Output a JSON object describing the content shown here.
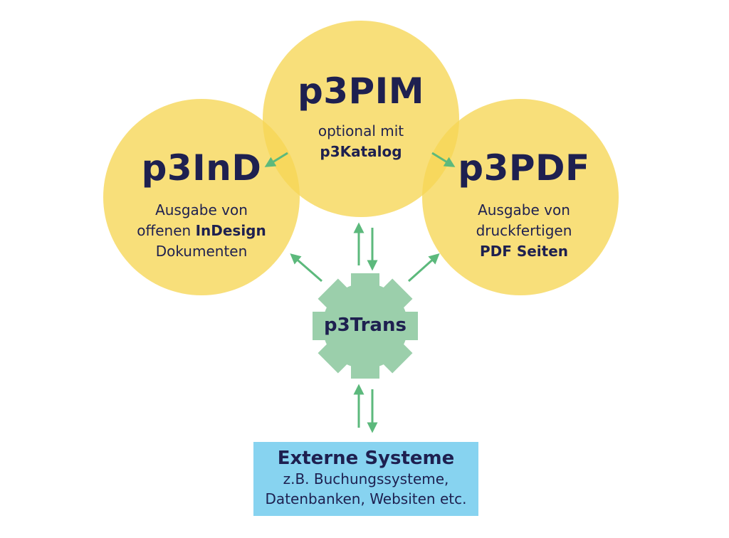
{
  "nodes": {
    "pim": {
      "title": "p3PIM",
      "line1": "optional mit",
      "line2": "p3Katalog"
    },
    "ind": {
      "title": "p3InD",
      "line1": "Ausgabe von",
      "line2_a": "offenen ",
      "line2_b": "InDesign",
      "line3": "Dokumenten"
    },
    "pdf": {
      "title": "p3PDF",
      "line1": "Ausgabe von",
      "line2": "druckfertigen",
      "line3": "PDF Seiten"
    },
    "trans": {
      "title": "p3Trans"
    },
    "external": {
      "title": "Externe Systeme",
      "line1": "z.B. Buchungssysteme,",
      "line2": "Datenbanken, Websiten etc."
    }
  },
  "colors": {
    "circle": "#f6d655",
    "gear": "#9bcfab",
    "arrow": "#5cb97c",
    "text": "#1e2050",
    "external_box": "#87d3f0"
  }
}
